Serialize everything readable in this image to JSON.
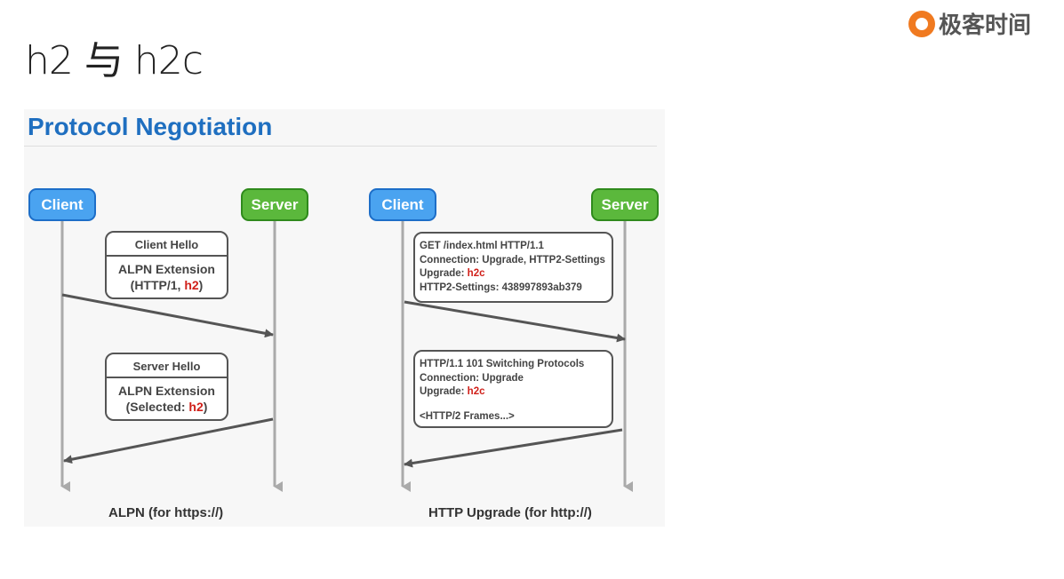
{
  "slide": {
    "title": "h2 与 h2c",
    "logo_text": "极客时间"
  },
  "diagram": {
    "title": "Protocol Negotiation",
    "alpn": {
      "client": "Client",
      "server": "Server",
      "client_hello": {
        "header": "Client Hello",
        "line1": "ALPN Extension",
        "line2_prefix": "(HTTP/1, ",
        "line2_highlight": "h2",
        "line2_suffix": ")"
      },
      "server_hello": {
        "header": "Server Hello",
        "line1": "ALPN Extension",
        "line2_prefix": "(Selected: ",
        "line2_highlight": "h2",
        "line2_suffix": ")"
      },
      "caption": "ALPN (for https://)"
    },
    "upgrade": {
      "client": "Client",
      "server": "Server",
      "request": {
        "line1": "GET /index.html HTTP/1.1",
        "line2": "Connection: Upgrade, HTTP2-Settings",
        "line3_prefix": "Upgrade: ",
        "line3_highlight": "h2c",
        "line4": "HTTP2-Settings: 438997893ab379"
      },
      "response": {
        "line1": "HTTP/1.1 101 Switching Protocols",
        "line2": "Connection: Upgrade",
        "line3_prefix": "Upgrade: ",
        "line3_highlight": "h2c",
        "line4": "<HTTP/2 Frames...>"
      },
      "caption": "HTTP Upgrade (for http://)"
    },
    "colors": {
      "client": "#4aa3f0",
      "server": "#5bb83c",
      "highlight": "#d0201a",
      "title": "#1f6fc0"
    }
  }
}
